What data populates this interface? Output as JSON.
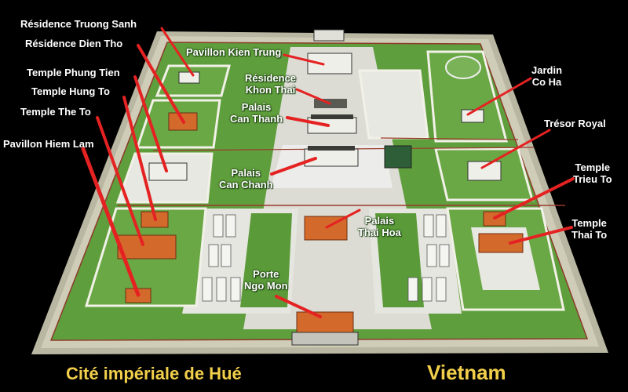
{
  "title_left": "Cité impériale de Hué",
  "title_right": "Vietnam",
  "colors": {
    "background": "#000000",
    "wall": "#b9b7a2",
    "lawn": "#5f9e3c",
    "plaza": "#e6e6e0",
    "roof": "#d36a2c",
    "pointer": "#e52222",
    "caption": "#f2cf4a"
  },
  "labels": {
    "residence_truong_sanh": "Résidence Truong Sanh",
    "residence_dien_tho": "Résidence Dien Tho",
    "temple_phung_tien": "Temple Phung Tien",
    "temple_hung_to": "Temple Hung To",
    "temple_the_to": "Temple The To",
    "pavillon_hiem_lam": "Pavillon Hiem Lam",
    "pavillon_kien_trung": "Pavillon Kien Trung",
    "residence_khon_thai": [
      "Résidence",
      "Khon Thai"
    ],
    "palais_can_thanh": [
      "Palais",
      "Can Thanh"
    ],
    "palais_can_chanh": [
      "Palais",
      "Can Chanh"
    ],
    "palais_thai_hoa": [
      "Palais",
      "Thai Hoa"
    ],
    "porte_ngo_mon": [
      "Porte",
      "Ngo Mon"
    ],
    "jardin_co_ha": [
      "Jardin",
      "Co Ha"
    ],
    "tresor_royal": "Trésor Royal",
    "temple_trieu_to": [
      "Temple",
      "Trieu To"
    ],
    "temple_thai_to": [
      "Temple",
      "Thai To"
    ]
  }
}
